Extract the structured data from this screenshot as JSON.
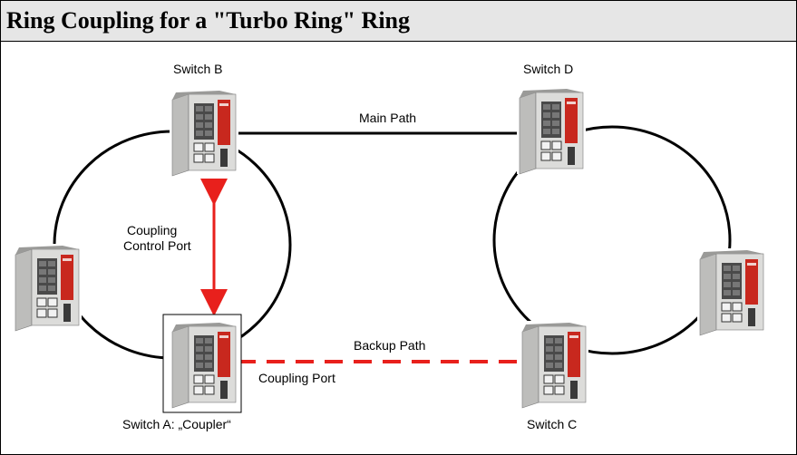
{
  "title": "Ring Coupling for a \"Turbo Ring\" Ring",
  "labels": {
    "switch_b": "Switch B",
    "switch_d": "Switch D",
    "switch_a": "Switch A: „Coupler“",
    "switch_c": "Switch C",
    "main_path": "Main Path",
    "backup_path": "Backup Path",
    "coupling_port": "Coupling Port",
    "coupling_control_line1": "Coupling",
    "coupling_control_line2": "Control Port"
  },
  "colors": {
    "title_bg": "#e6e6e6",
    "ring_line": "#000000",
    "backup_path": "#e8201c",
    "control_arrow": "#e8201c",
    "switch_body": "#d8d8d6",
    "switch_panel": "#c8281e"
  }
}
